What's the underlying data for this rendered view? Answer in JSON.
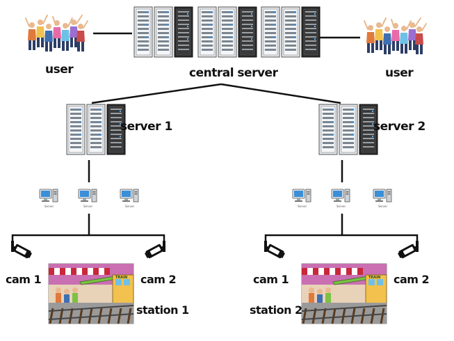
{
  "labels": {
    "user_left": "user",
    "user_right": "user",
    "central_server": "central server",
    "server_1": "server 1",
    "server_2": "server 2",
    "station_1": "station 1",
    "station_2": "station 2",
    "cam_1_left": "cam 1",
    "cam_2_left": "cam 2",
    "cam_1_right": "cam 1",
    "cam_2_right": "cam 2",
    "tiny_pc_label": "Server",
    "train_sign": "TRAIN"
  },
  "icons": {
    "user_group": "people-group-icon",
    "server_rack": "server-rack-icon",
    "workstation": "desktop-computer-icon",
    "camera": "cctv-camera-icon",
    "station_scene": "train-station-illustration"
  },
  "colors": {
    "line": "#111111",
    "rack_dark": "#2b2b2b",
    "rack_light": "#d9dde2",
    "monitor_blue": "#3a8fd8",
    "train_green": "#7cc243",
    "awning_red": "#c8283a",
    "station_pink": "#c96fb2"
  }
}
